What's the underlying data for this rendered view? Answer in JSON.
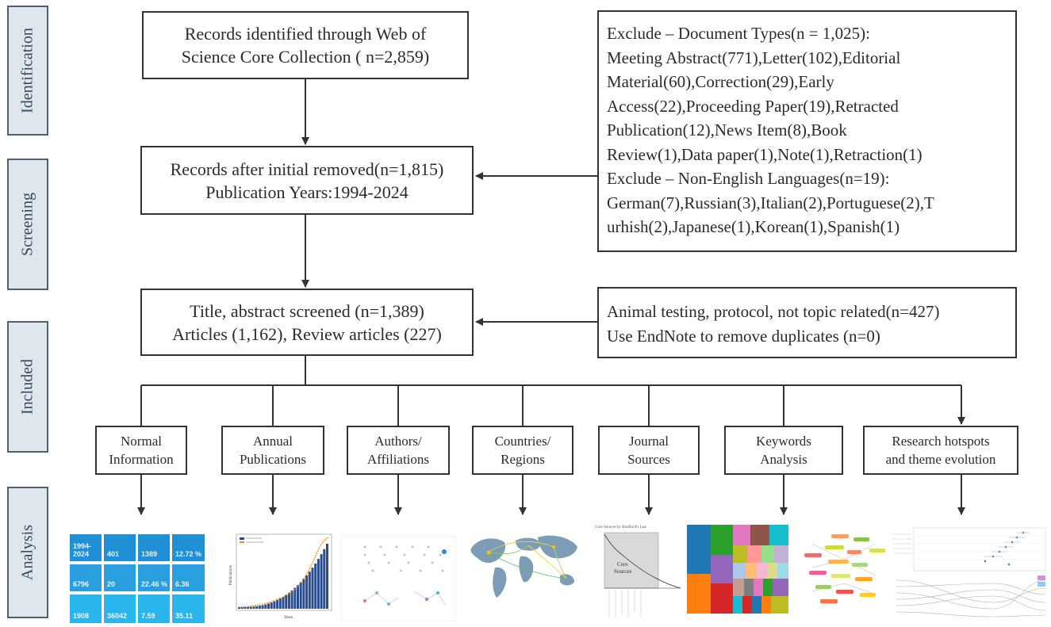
{
  "stages": [
    "Identification",
    "Screening",
    "Included",
    "Analysis"
  ],
  "boxes": {
    "identified": [
      "Records identified through Web of",
      "Science Core Collection ( n=2,859)"
    ],
    "after_initial": [
      "Records after initial removed(n=1,815)",
      "Publication Years:1994-2024"
    ],
    "screened": [
      "Title, abstract screened (n=1,389)",
      "Articles (1,162), Review articles (227)"
    ]
  },
  "exclusions": {
    "document_types": [
      "Exclude – Document Types(n = 1,025):",
      "Meeting Abstract(771),Letter(102),Editorial",
      "Material(60),Correction(29),Early",
      "Access(22),Proceeding Paper(19),Retracted",
      "Publication(12),News Item(8),Book",
      "Review(1),Data paper(1),Note(1),Retraction(1)",
      "Exclude – Non-English Languages(n=19):",
      "German(7),Russian(3),Italian(2),Portuguese(2),T",
      "urhish(2),Japanese(1),Korean(1),Spanish(1)"
    ],
    "screening": [
      "Animal testing, protocol, not topic related(n=427)",
      "Use EndNote to remove duplicates (n=0)"
    ]
  },
  "categories": [
    [
      "Normal",
      "Information"
    ],
    [
      "Annual",
      "Publications"
    ],
    [
      "Authors/",
      "Affiliations"
    ],
    [
      "Countries/",
      "Regions"
    ],
    [
      "Journal",
      "Sources"
    ],
    [
      "Keywords",
      "Analysis"
    ],
    [
      "Research hotspots",
      "and theme evolution"
    ]
  ],
  "thumbnails": {
    "summary_tiles": [
      "1994-2024",
      "401",
      "1389",
      "12.72 %",
      "6796",
      "20",
      "22.46 %",
      "6.36",
      "1908",
      "36042",
      "7.59",
      "35.11"
    ],
    "journal_chart_title": "Core Sources by Bradford's Law",
    "journal_chart_label": [
      "Core",
      "Sources"
    ],
    "annual_chart_xlabel": "Years",
    "annual_chart_ylabel": "Publications"
  },
  "colors": {
    "side_fill": "#dfe6ee",
    "side_border": "#4d6170",
    "tile_blue": "#1f8fd6",
    "tile_light": "#29b6ec",
    "bar_blue": "#2a4d8f",
    "line_orange": "#ef8a1f"
  }
}
